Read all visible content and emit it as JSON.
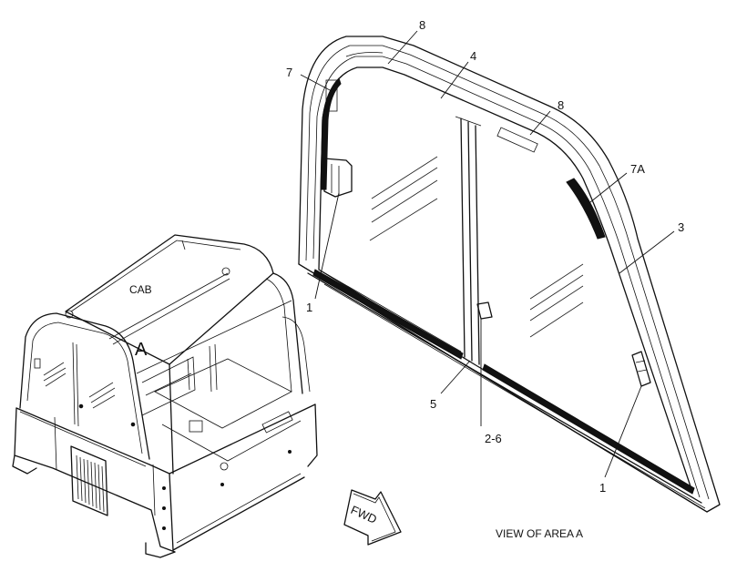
{
  "cab_view": {
    "cab_label": "CAB",
    "area_marker": "A"
  },
  "forward_arrow": {
    "label": "FWD"
  },
  "detail_view": {
    "caption": "VIEW OF AREA A",
    "callouts": [
      "8",
      "7",
      "4",
      "8",
      "7A",
      "3",
      "1",
      "5",
      "2-6",
      "1"
    ]
  }
}
